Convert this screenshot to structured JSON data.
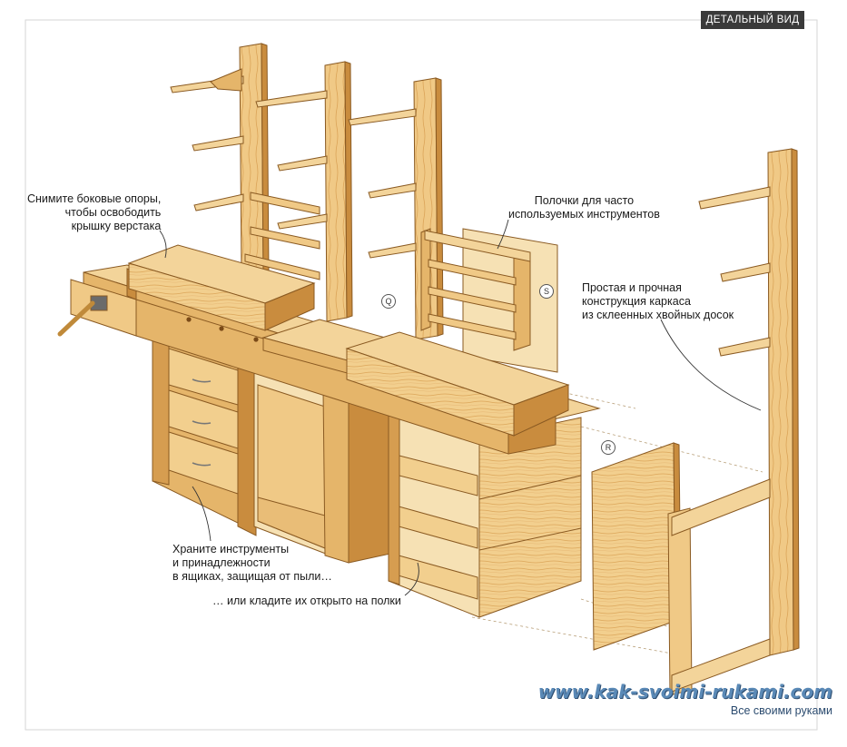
{
  "badge": "ДЕТАЛЬНЫЙ ВИД",
  "callouts": {
    "top_left": [
      "Снимите боковые опоры,",
      "чтобы освободить",
      "крышку верстака"
    ],
    "shelves": [
      "Полочки для часто",
      "используемых инструментов"
    ],
    "frame": [
      "Простая и прочная",
      "конструкция каркаса",
      "из склеенных хвойных досок"
    ],
    "drawers": [
      "Храните инструменты",
      "и принадлежности",
      "в ящиках, защищая от пыли…"
    ],
    "open_shelves": "… или кладите их открыто на полки"
  },
  "markers": {
    "q": "Q",
    "s": "S",
    "r": "R"
  },
  "watermark": {
    "site": "www.kak-svoimi-rukami.com",
    "sub": "Все своими руками"
  },
  "colors": {
    "wood_light": "#f3d49a",
    "wood_mid": "#e5b56a",
    "wood_dark": "#c98c3e",
    "outline": "#8a5a22",
    "accent_blue": "#5a89b6"
  }
}
